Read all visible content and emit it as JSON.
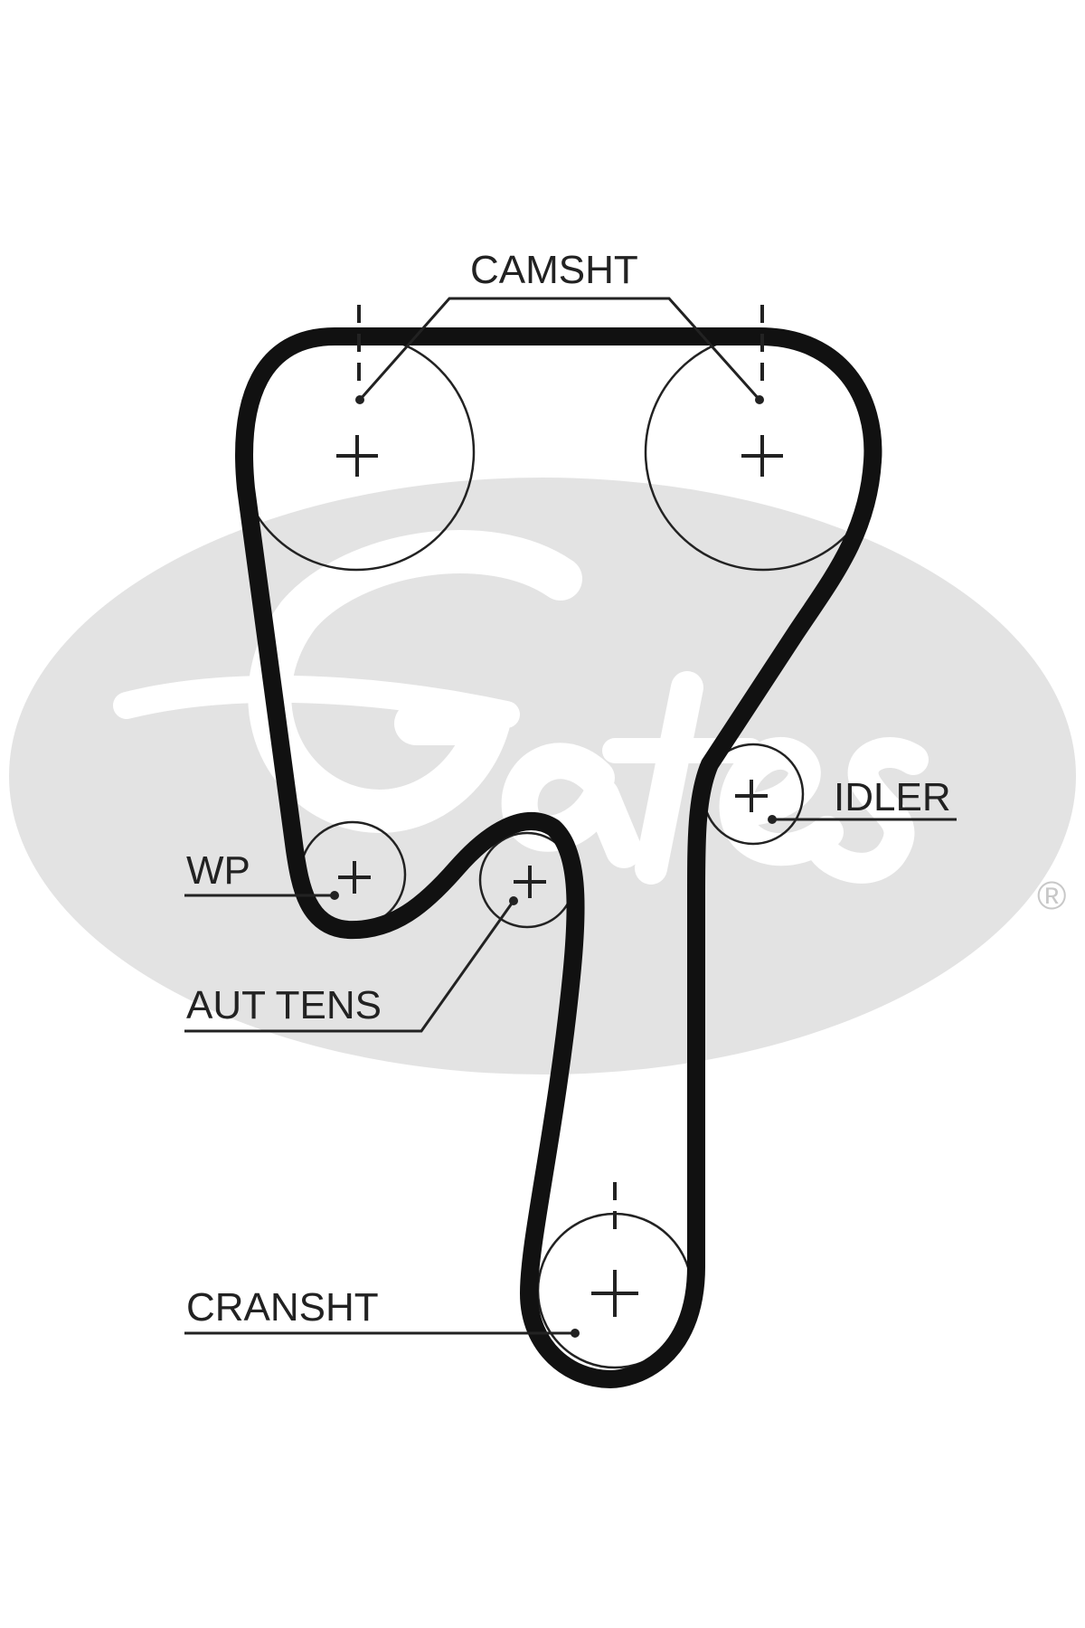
{
  "labels": {
    "camshaft": "CAMSHT",
    "idler": "IDLER",
    "water_pump": "WP",
    "auto_tensioner": "AUT TENS",
    "crankshaft": "CRANSHT"
  },
  "watermark": {
    "brand": "Gates",
    "registered_mark": "®",
    "color": "#e3e3e3"
  },
  "colors": {
    "belt": "#111111",
    "lines": "#222222",
    "background": "#ffffff"
  }
}
